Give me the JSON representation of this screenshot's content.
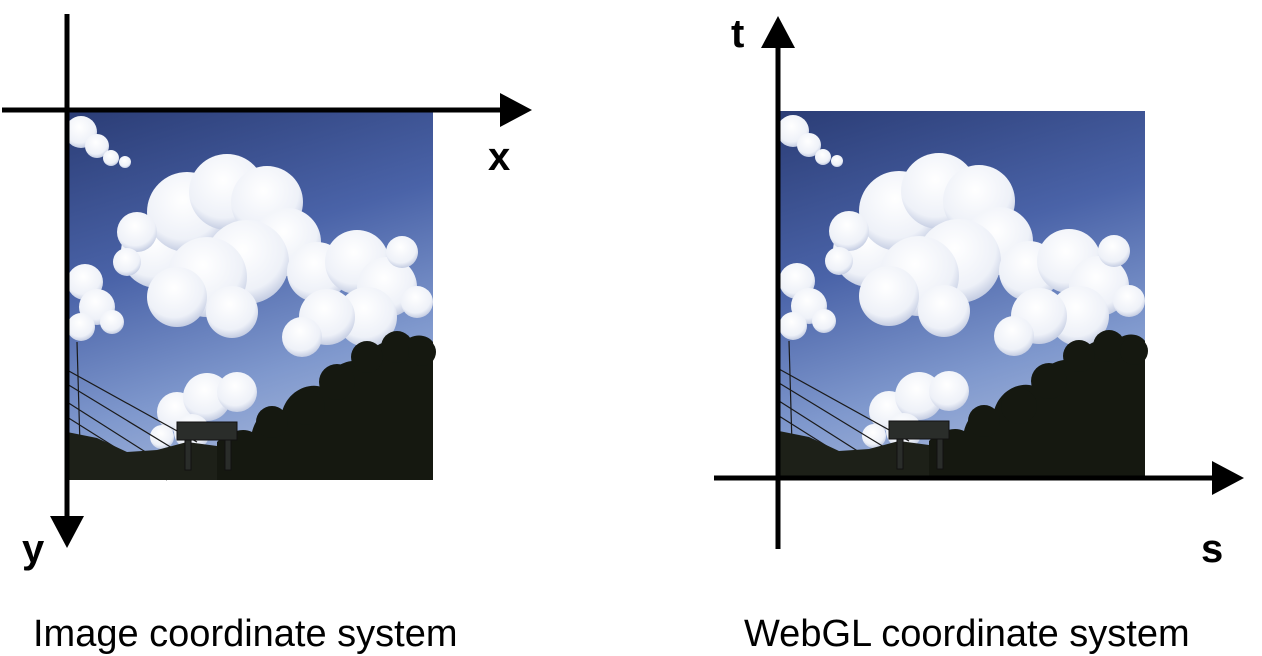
{
  "colors": {
    "axis": "#000000",
    "sky_top": "#2c3f78",
    "sky_mid": "#4a63a8",
    "sky_low": "#7c95cc",
    "cloud": "#f4f6fb",
    "cloud_shadow": "#b8c2dc",
    "foliage": "#151810",
    "background": "#ffffff"
  },
  "left_panel": {
    "x_axis_label": "x",
    "y_axis_label": "y",
    "caption": "Image coordinate system"
  },
  "right_panel": {
    "t_axis_label": "t",
    "s_axis_label": "s",
    "caption": "WebGL coordinate system"
  },
  "icons": {
    "photo": "sky-clouds-trees-photo-icon",
    "arrow": "arrowhead-icon"
  }
}
